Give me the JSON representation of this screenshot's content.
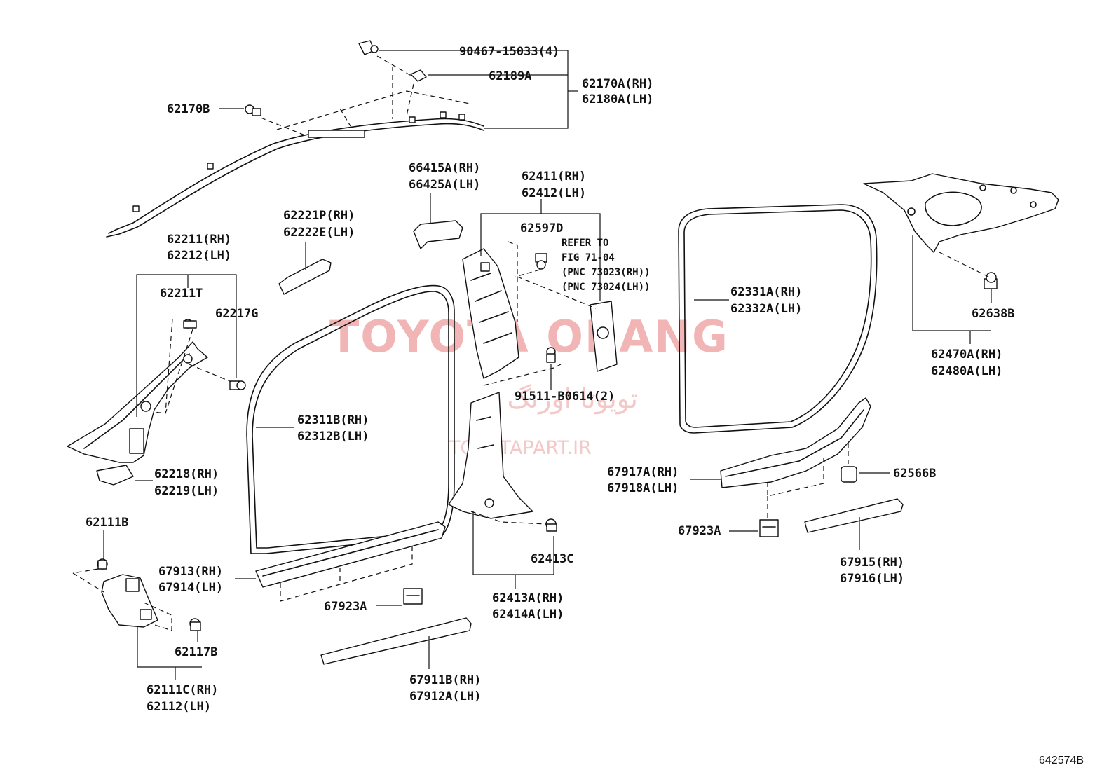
{
  "watermark": {
    "brand": "TOYOTA OBANG",
    "persian": "تویوتا اورنگ",
    "url": "TOYOTAPART.IR"
  },
  "figure_code": "642574B",
  "note": {
    "line1": "REFER TO",
    "line2": "FIG 71-04",
    "line3": "(PNC 73023(RH))",
    "line4": "(PNC 73024(LH))"
  },
  "labels": {
    "p90467": "90467-15033(4)",
    "p62189A": "62189A",
    "p62170A": "62170A(RH)",
    "p62180A": "62180A(LH)",
    "p62170B": "62170B",
    "p66415A": "66415A(RH)",
    "p66425A": "66425A(LH)",
    "p62411": "62411(RH)",
    "p62412": "62412(LH)",
    "p62597D": "62597D",
    "p62221P": "62221P(RH)",
    "p62222E": "62222E(LH)",
    "p62211": "62211(RH)",
    "p62212": "62212(LH)",
    "p62211T": "62211T",
    "p62217G": "62217G",
    "p62331A": "62331A(RH)",
    "p62332A": "62332A(LH)",
    "p62638B": "62638B",
    "p62470A": "62470A(RH)",
    "p62480A": "62480A(LH)",
    "p91511": "91511-B0614(2)",
    "p62311B": "62311B(RH)",
    "p62312B": "62312B(LH)",
    "p62218": "62218(RH)",
    "p62219": "62219(LH)",
    "p67917A": "67917A(RH)",
    "p67918A": "67918A(LH)",
    "p62566B": "62566B",
    "p62111B": "62111B",
    "p67923A_r": "67923A",
    "p67913": "67913(RH)",
    "p67914": "67914(LH)",
    "p62413C": "62413C",
    "p67915": "67915(RH)",
    "p67916": "67916(LH)",
    "p67923A_l": "67923A",
    "p62413A": "62413A(RH)",
    "p62414A": "62414A(LH)",
    "p62117B": "62117B",
    "p62111C": "62111C(RH)",
    "p62112": "62112(LH)",
    "p67911B": "67911B(RH)",
    "p67912A": "67912A(LH)"
  }
}
